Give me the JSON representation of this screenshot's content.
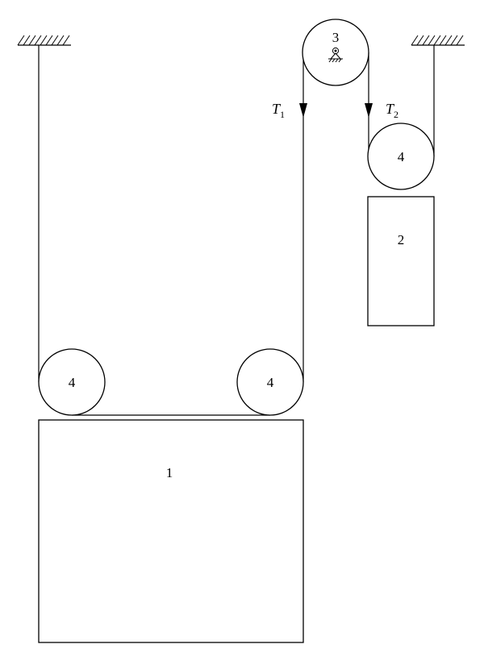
{
  "diagram": {
    "labels": {
      "block_1": "1",
      "block_2": "2",
      "pulley_fixed": "3",
      "pulley_lower_left": "4",
      "pulley_lower_right": "4",
      "pulley_small": "4"
    },
    "tensions": {
      "t1": {
        "symbol": "T",
        "subscript": "1"
      },
      "t2": {
        "symbol": "T",
        "subscript": "2"
      }
    },
    "colors": {
      "stroke": "#000000",
      "background": "#ffffff"
    }
  }
}
